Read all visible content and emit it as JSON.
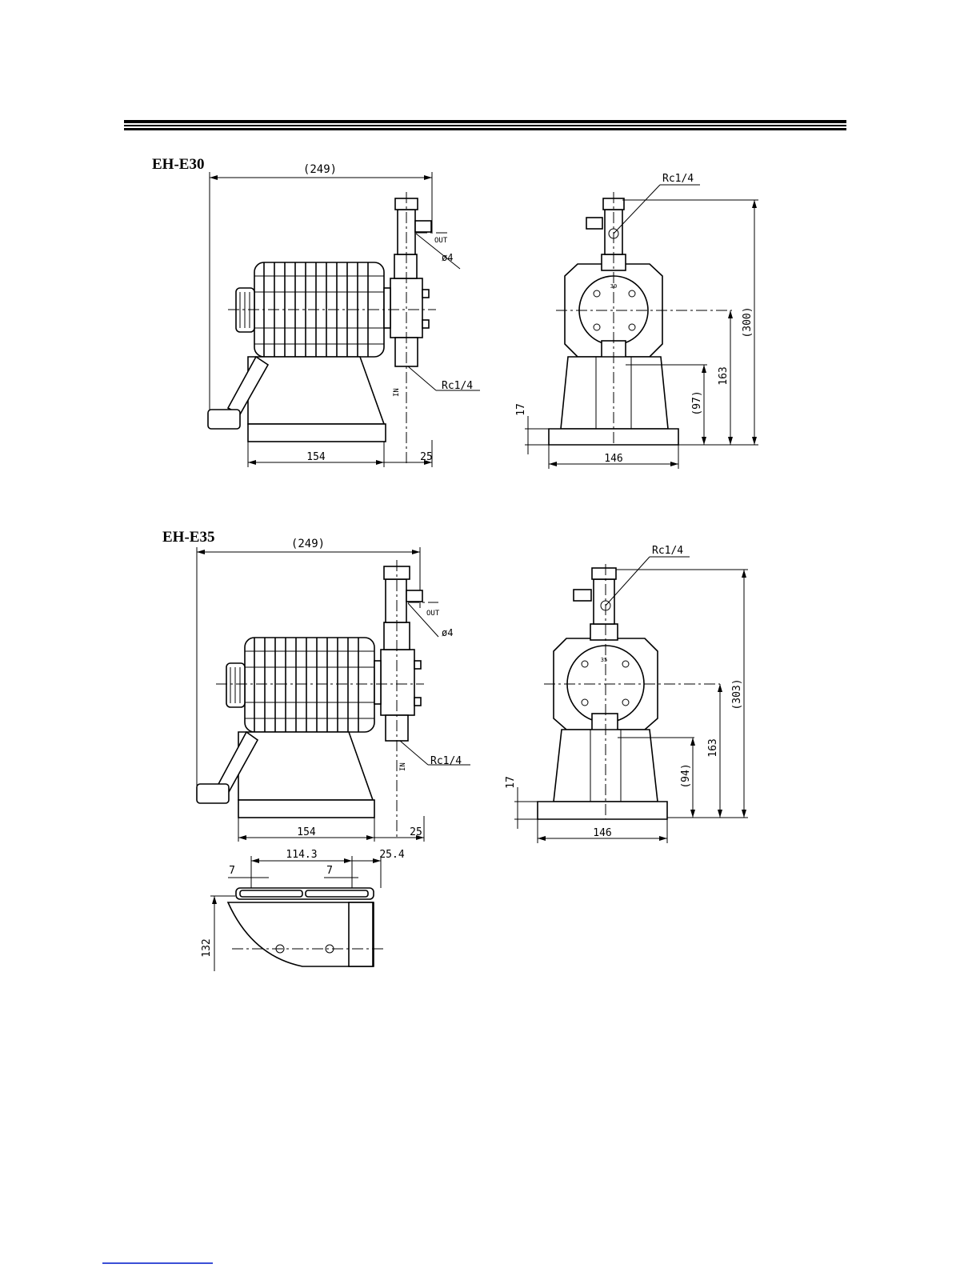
{
  "models": {
    "e30": {
      "title": "EH-E30",
      "dims": {
        "overall_width": "(249)",
        "port_top": "Rc1/4",
        "port_bottom": "Rc1/4",
        "tube": "ø4",
        "out": "OUT",
        "in": "IN",
        "base_length": "154",
        "offset": "25",
        "base_width": "146",
        "base_height": "17",
        "inlet_height": "(97)",
        "axis_height": "163",
        "overall_height": "(300)",
        "head_mark": "30"
      }
    },
    "e35": {
      "title": "EH-E35",
      "dims": {
        "overall_width": "(249)",
        "port_top": "Rc1/4",
        "port_bottom": "Rc1/4",
        "tube": "ø4",
        "out": "OUT",
        "in": "IN",
        "base_length": "154",
        "offset": "25",
        "base_width": "146",
        "base_height": "17",
        "inlet_height": "(94)",
        "axis_height": "163",
        "overall_height": "(303)",
        "head_mark": "35"
      },
      "base_plan": {
        "hole_spacing": "114.3",
        "edge_offset": "25.4",
        "slot_left": "7",
        "slot_right": "7",
        "depth": "132"
      }
    }
  }
}
